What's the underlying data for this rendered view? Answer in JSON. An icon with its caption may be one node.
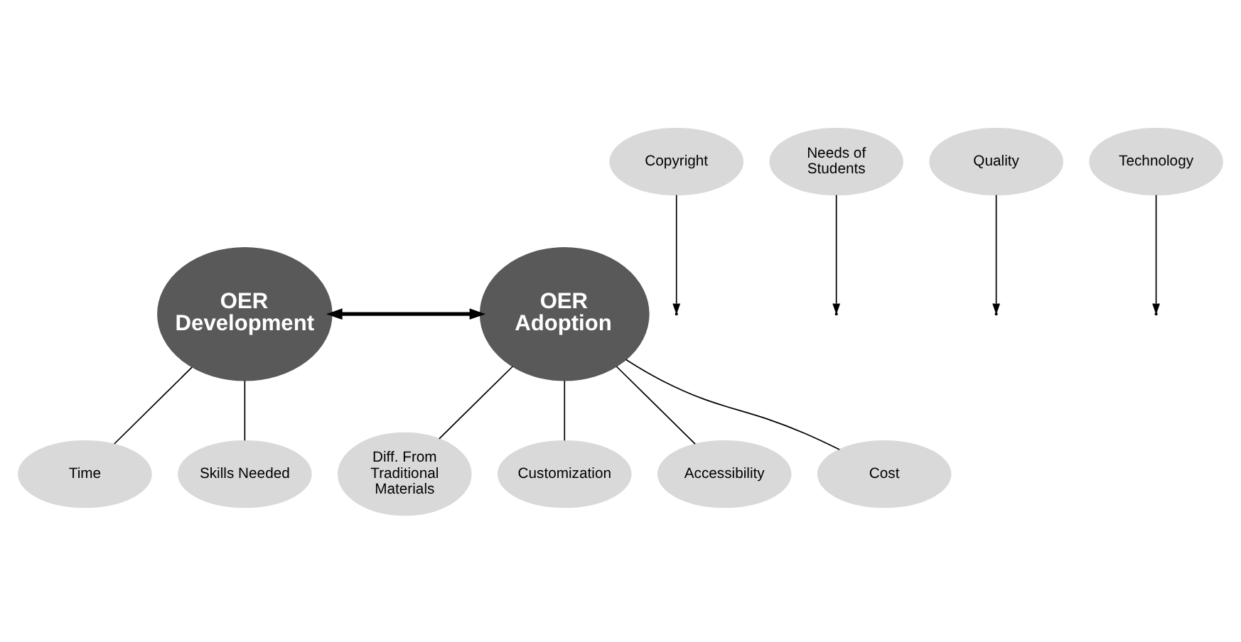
{
  "diagram": {
    "nodes": [
      {
        "text": [
          "OER Development"
        ]
      },
      {
        "text": [
          "OER Adoption"
        ]
      },
      {
        "text": [
          "Copyright"
        ]
      },
      {
        "text": [
          "Needs of Students"
        ]
      },
      {
        "text": [
          "Quality"
        ]
      },
      {
        "text": [
          "Technology"
        ]
      },
      {
        "text": [
          "Diff. From Traditional Materials"
        ]
      },
      {
        "text": [
          "Customization"
        ]
      },
      {
        "text": [
          "Accessibility"
        ]
      },
      {
        "text": [
          "Cost"
        ]
      },
      {
        "text": [
          "Time"
        ]
      },
      {
        "text": [
          "Skills Needed"
        ]
      }
    ],
    "edges": [
      {
        "from": 0,
        "to": 1,
        "arrow": "both",
        "style": "thick"
      },
      {
        "from": 2,
        "to": null,
        "arrow": "to"
      },
      {
        "from": 3,
        "to": null,
        "arrow": "to"
      },
      {
        "from": 4,
        "to": null,
        "arrow": "to"
      },
      {
        "from": 5,
        "to": null,
        "arrow": "to"
      },
      {
        "from": 1,
        "to": 6,
        "arrow": "none"
      },
      {
        "from": 1,
        "to": 7,
        "arrow": "none"
      },
      {
        "from": 1,
        "to": 8,
        "arrow": "none"
      },
      {
        "from": 1,
        "to": 9,
        "arrow": "none"
      },
      {
        "from": 0,
        "to": 10,
        "arrow": "none"
      },
      {
        "from": 0,
        "to": 11,
        "arrow": "none"
      }
    ]
  }
}
